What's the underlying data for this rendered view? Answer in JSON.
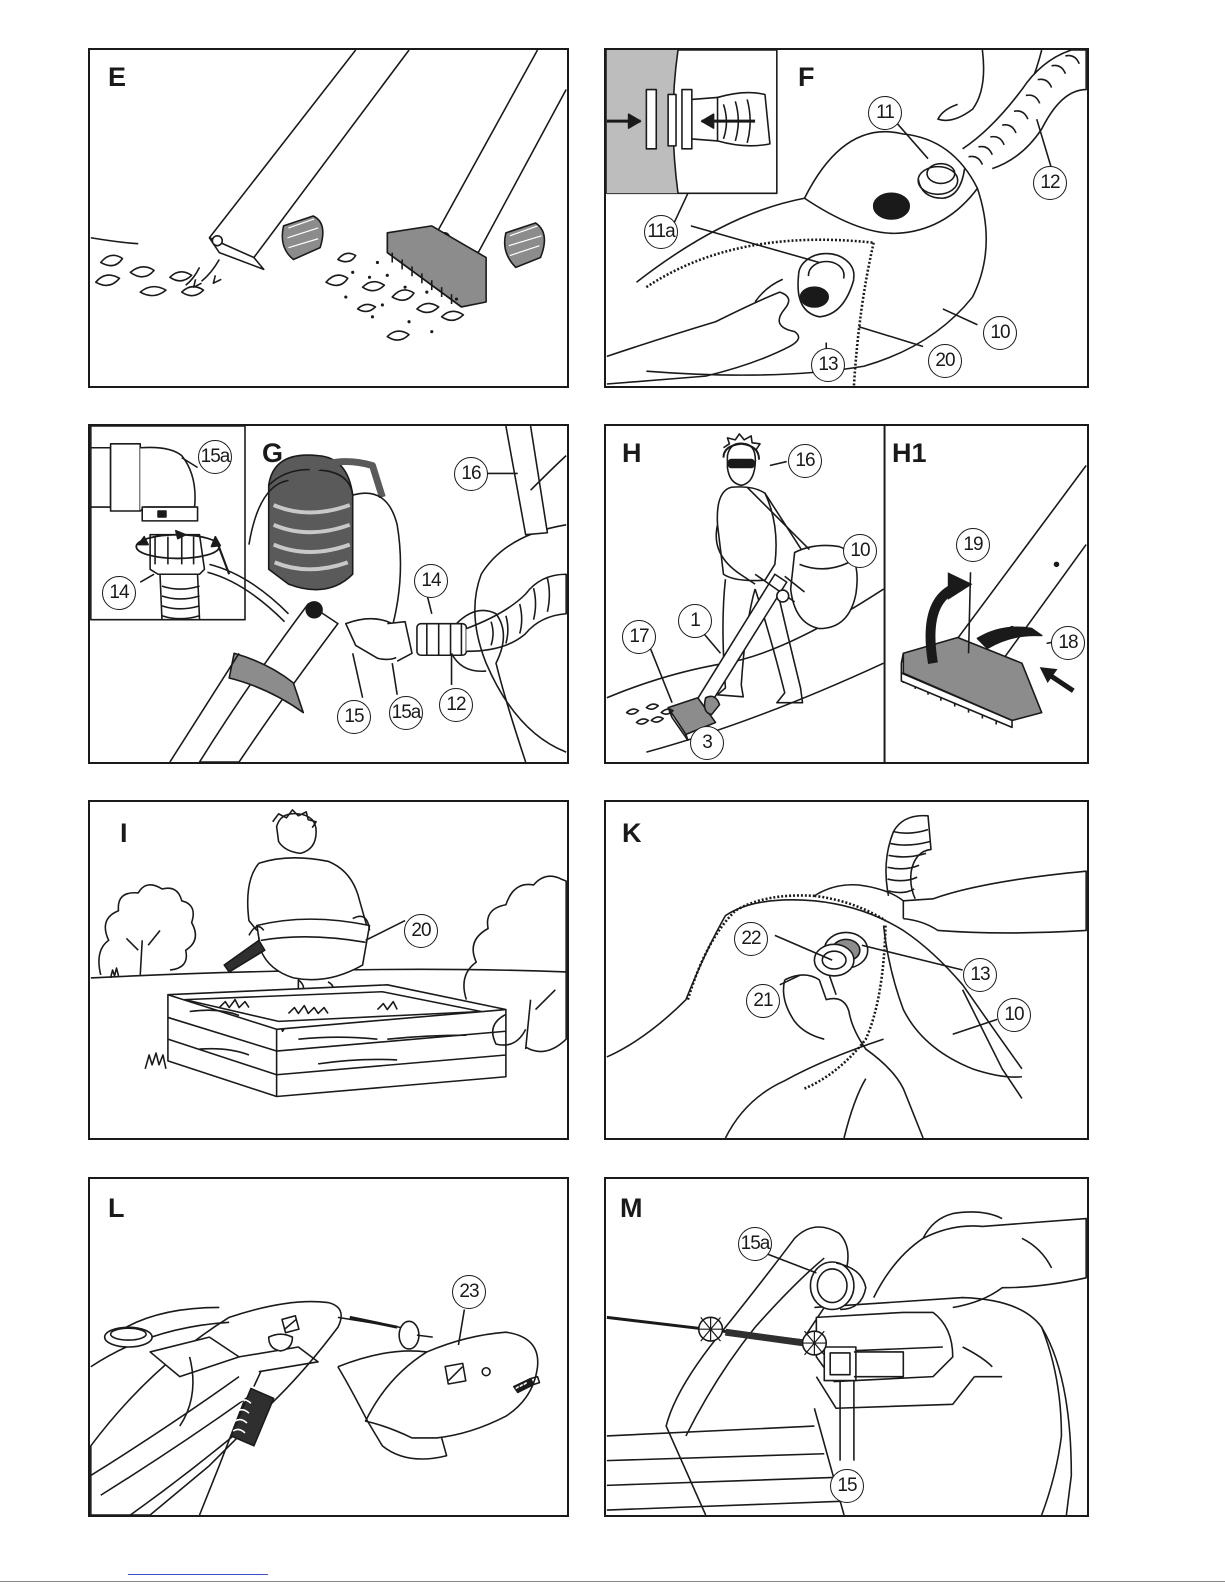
{
  "panels": {
    "E": {
      "letter": "E"
    },
    "F": {
      "letter": "F",
      "callouts": [
        "11",
        "12",
        "11a",
        "10",
        "13",
        "20"
      ]
    },
    "G": {
      "letter": "G",
      "callouts": [
        "15a",
        "14",
        "16",
        "14",
        "15",
        "15a",
        "12"
      ]
    },
    "H": {
      "letter": "H",
      "callouts": [
        "16",
        "10",
        "1",
        "17",
        "3"
      ]
    },
    "H1": {
      "letter": "H1",
      "callouts": [
        "19",
        "18"
      ]
    },
    "I": {
      "letter": "I",
      "callouts": [
        "20"
      ]
    },
    "K": {
      "letter": "K",
      "callouts": [
        "22",
        "13",
        "21",
        "10"
      ]
    },
    "L": {
      "letter": "L",
      "callouts": [
        "23"
      ]
    },
    "M": {
      "letter": "M",
      "callouts": [
        "15a",
        "15"
      ]
    }
  },
  "colors": {
    "line": "#1a1a1a",
    "shade": "#8c8c8c",
    "dark": "#2f2f2f",
    "light": "#c8c8c8",
    "link": "#3b56c4"
  }
}
